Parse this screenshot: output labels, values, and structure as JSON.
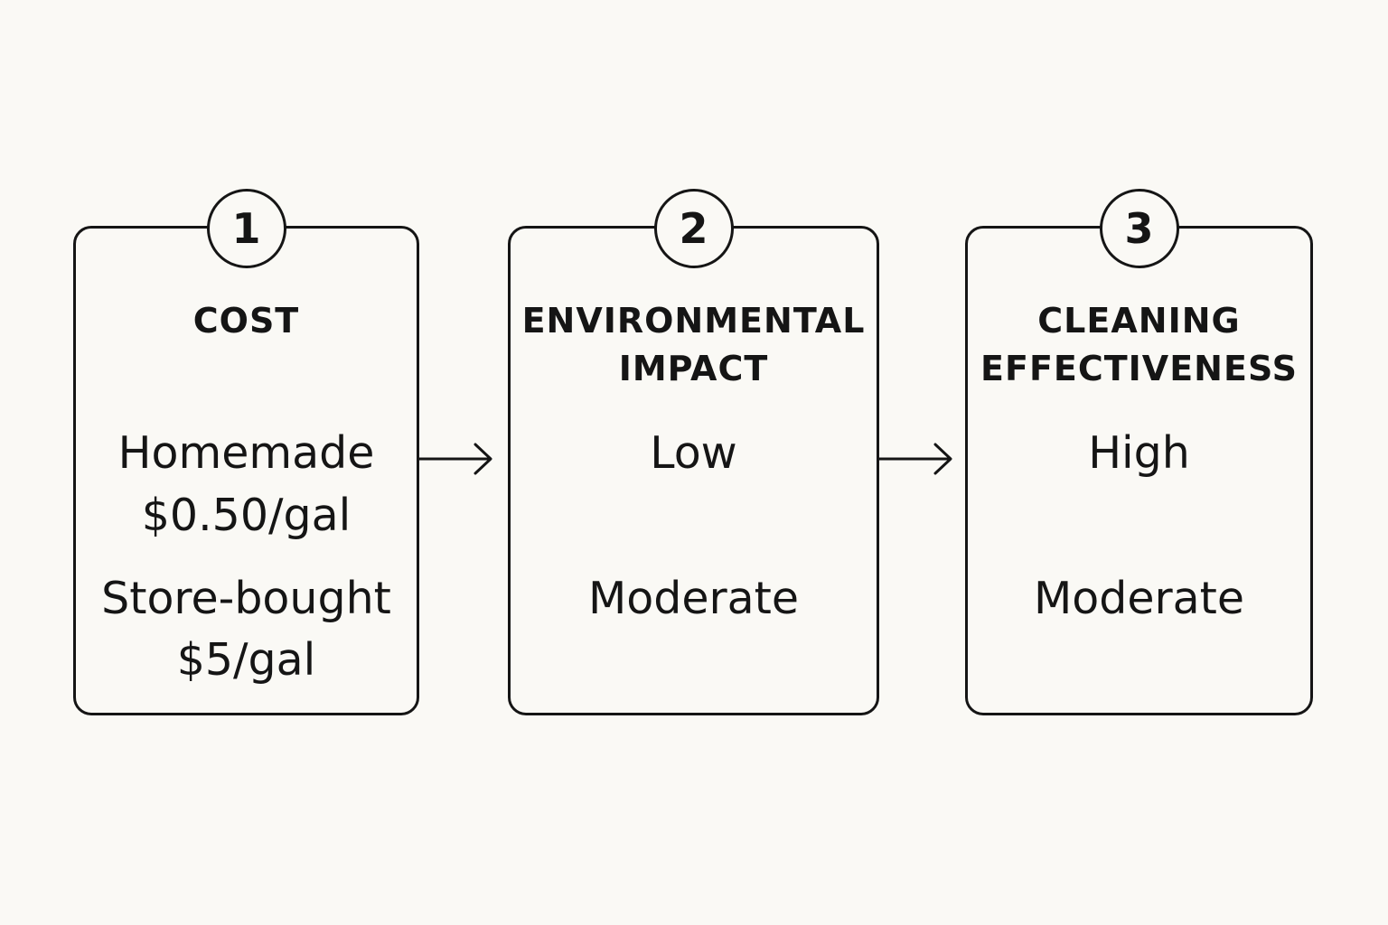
{
  "steps": [
    {
      "number": "1",
      "title": "COST",
      "values": [
        "Homemade",
        "$0.50/gal",
        "Store-bought",
        "$5/gal"
      ]
    },
    {
      "number": "2",
      "title_lines": [
        "ENVIRONMENTAL",
        "IMPACT"
      ],
      "values": [
        "Low",
        "Moderate"
      ]
    },
    {
      "number": "3",
      "title_lines": [
        "CLEANING",
        "EFFECTIVENESS"
      ],
      "values": [
        "High",
        "Moderate"
      ]
    }
  ],
  "arrows": [
    "right-arrow-icon",
    "right-arrow-icon"
  ],
  "colors": {
    "background": "#faf9f5",
    "stroke": "#151515",
    "text": "#151515"
  }
}
